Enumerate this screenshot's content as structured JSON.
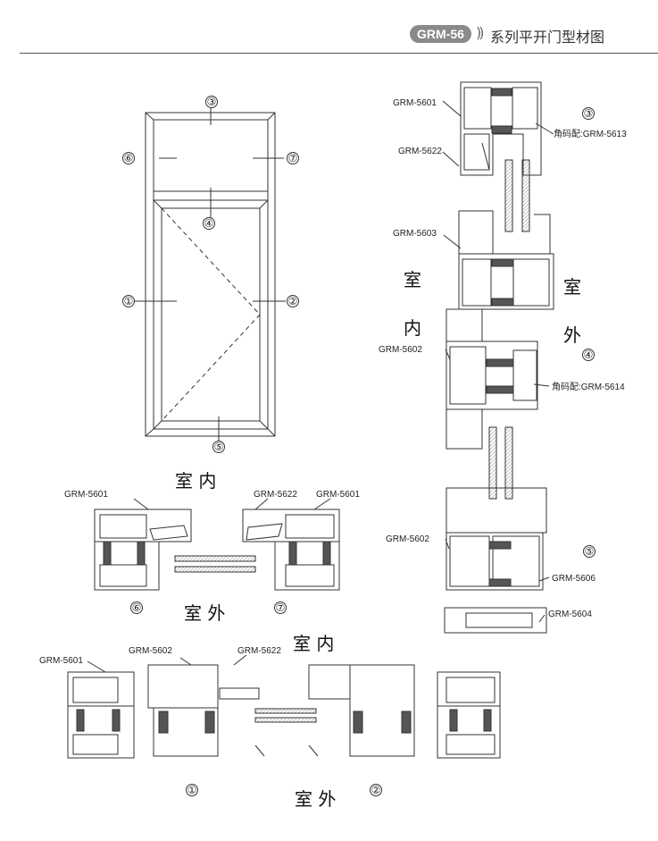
{
  "header": {
    "badge": "GRM-56",
    "chevrons": "))",
    "title": "系列平开门型材图"
  },
  "elevation": {
    "markers": [
      "③",
      "⑥",
      "⑦",
      "④",
      "①",
      "②",
      "⑤"
    ]
  },
  "right_section": {
    "labels": [
      "GRM-5601",
      "GRM-5622",
      "GRM-5603",
      "GRM-5602",
      "GRM-5602",
      "GRM-5606",
      "GRM-5604"
    ],
    "accessory_labels": [
      "角码配:GRM-5613",
      "角码配:GRM-5614"
    ],
    "markers": [
      "③",
      "④",
      "⑤"
    ],
    "indoor": [
      "室",
      "内"
    ],
    "outdoor": [
      "室",
      "外"
    ]
  },
  "mid_section": {
    "indoor": "室 内",
    "outdoor": "室 外",
    "labels": [
      "GRM-5601",
      "GRM-5622",
      "GRM-5601"
    ],
    "markers": [
      "⑥",
      "⑦"
    ]
  },
  "bottom_section": {
    "indoor": "室 内",
    "outdoor": "室 外",
    "labels": [
      "GRM-5601",
      "GRM-5602",
      "GRM-5622"
    ],
    "markers": [
      "①",
      "②"
    ]
  },
  "colors": {
    "line": "#333333",
    "badge": "#8a8a8a",
    "glass": "#bbbbbb"
  }
}
